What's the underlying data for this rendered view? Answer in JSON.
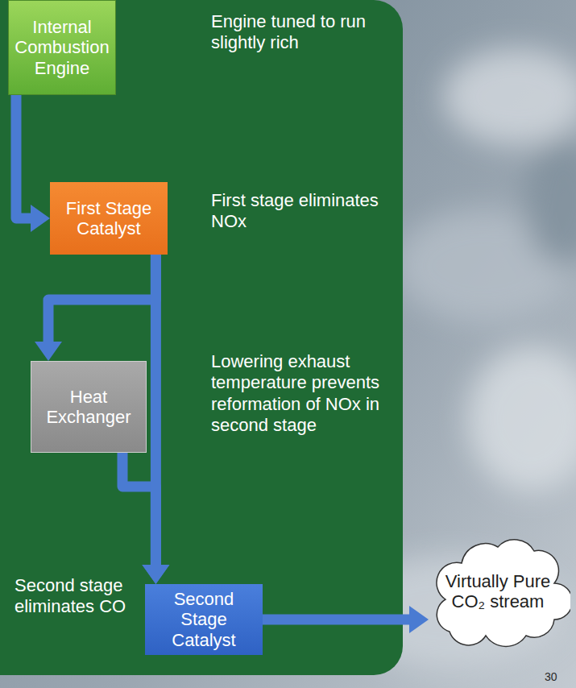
{
  "diagram": {
    "nodes": [
      {
        "text": [
          "Internal Combustion Engine"
        ]
      },
      {
        "text": [
          "First Stage Catalyst"
        ]
      },
      {
        "text": [
          "Heat Exchanger"
        ]
      },
      {
        "text": [
          "Second Stage Catalyst"
        ]
      },
      {
        "text": [
          "Virtually Pure CO₂ stream"
        ]
      }
    ],
    "edges": [
      {
        "from": 0,
        "to": 1,
        "arrow": "to"
      },
      {
        "from": 1,
        "to": 2,
        "arrow": "to"
      },
      {
        "from": 2,
        "to": 3,
        "arrow": "to"
      },
      {
        "from": 1,
        "to": 3,
        "arrow": "to"
      },
      {
        "from": 3,
        "to": 4,
        "arrow": "to"
      }
    ],
    "labels": [
      "Engine tuned to run slightly rich",
      "First stage eliminates NOx",
      "Lowering exhaust temperature prevents reformation of NOx in second stage",
      "Second stage eliminates CO",
      "30"
    ]
  }
}
